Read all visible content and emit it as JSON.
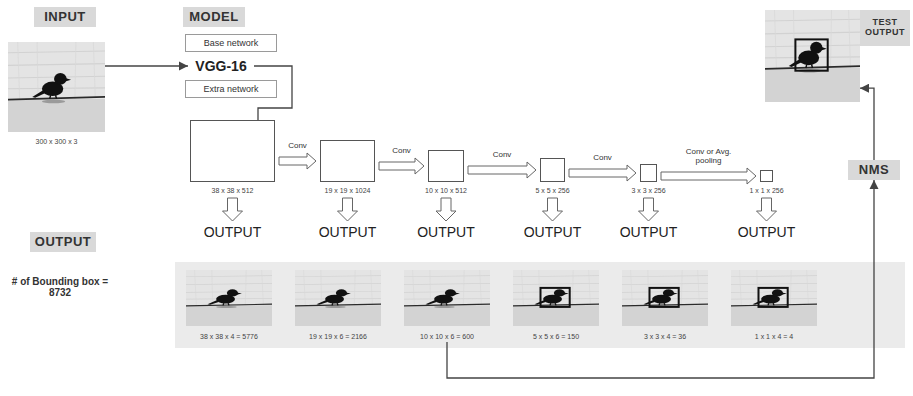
{
  "diagram": {
    "nodes": [
      {
        "text": [
          "INPUT"
        ]
      },
      {
        "text": [
          "300 x 300 x 3"
        ]
      },
      {
        "text": [
          "MODEL"
        ]
      },
      {
        "text": [
          "Base network"
        ]
      },
      {
        "text": [
          "VGG-16"
        ]
      },
      {
        "text": [
          "Extra network"
        ]
      },
      {
        "text": [
          "38 x 38 x 512"
        ]
      },
      {
        "text": [
          "19 x 19 x 1024"
        ]
      },
      {
        "text": [
          "10 x 10 x 512"
        ]
      },
      {
        "text": [
          "5 x 5 x 256"
        ]
      },
      {
        "text": [
          "3 x 3 x 256"
        ]
      },
      {
        "text": [
          "1 x 1 x 256"
        ]
      },
      {
        "text": [
          "OUTPUT"
        ]
      },
      {
        "text": [
          "38 x 38 x 4 = 5776"
        ]
      },
      {
        "text": [
          "19 x 19 x 6 = 2166"
        ]
      },
      {
        "text": [
          "10 x 10 x 6 = 600"
        ]
      },
      {
        "text": [
          "5 x 5 x 6 = 150"
        ]
      },
      {
        "text": [
          "3 x 3 x 4 = 36"
        ]
      },
      {
        "text": [
          "1 x 1 x 4 = 4"
        ]
      },
      {
        "text": [
          "NMS"
        ]
      },
      {
        "text": [
          "TEST OUTPUT"
        ]
      },
      {
        "text": []
      }
    ],
    "edges": [
      {
        "from": 1,
        "to": 4,
        "arrow": "to"
      },
      {
        "from": 4,
        "to": 6,
        "arrow": "none"
      },
      {
        "from": 6,
        "to": 7,
        "label": "Conv",
        "arrow": "to"
      },
      {
        "from": 7,
        "to": 8,
        "label": "Conv",
        "arrow": "to"
      },
      {
        "from": 8,
        "to": 9,
        "label": "Conv",
        "arrow": "to"
      },
      {
        "from": 9,
        "to": 10,
        "label": "Conv",
        "arrow": "to"
      },
      {
        "from": 10,
        "to": 11,
        "label": "Conv or Avg. pooling",
        "arrow": "to"
      },
      {
        "from": 15,
        "to": 19,
        "arrow": "to"
      },
      {
        "from": 19,
        "to": 21,
        "arrow": "to"
      }
    ],
    "labels": [
      "OUTPUT",
      "OUTPUT",
      "OUTPUT",
      "OUTPUT",
      "OUTPUT",
      "OUTPUT",
      "# of Bounding box = 8732"
    ]
  }
}
